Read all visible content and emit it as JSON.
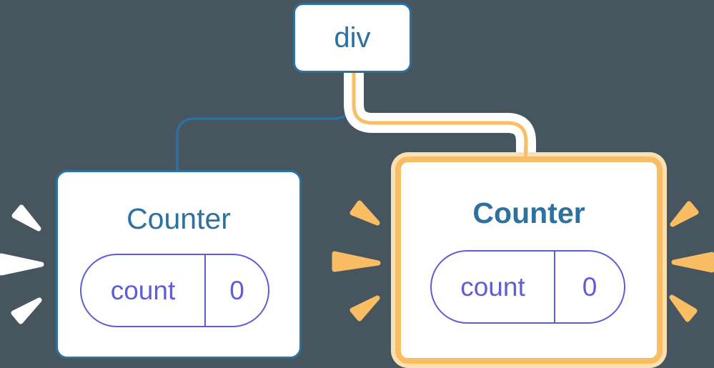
{
  "colors": {
    "background": "#47565e",
    "blue": "#2c71a0",
    "orange": "#f9bd63",
    "cream": "#fbe0b4",
    "purple": "#5f5cd6",
    "card": "#ffffff"
  },
  "tree": {
    "root": {
      "label": "div"
    },
    "children": [
      {
        "title": "Counter",
        "highlighted": false,
        "state": {
          "key": "count",
          "value": "0"
        }
      },
      {
        "title": "Counter",
        "highlighted": true,
        "state": {
          "key": "count",
          "value": "0"
        }
      }
    ]
  },
  "icons": {
    "left_burst": "white emphasis burst (3 wedges)",
    "right_inner_burst": "orange emphasis burst (3 wedges)",
    "right_outer_burst": "orange emphasis burst (3 wedges)"
  }
}
